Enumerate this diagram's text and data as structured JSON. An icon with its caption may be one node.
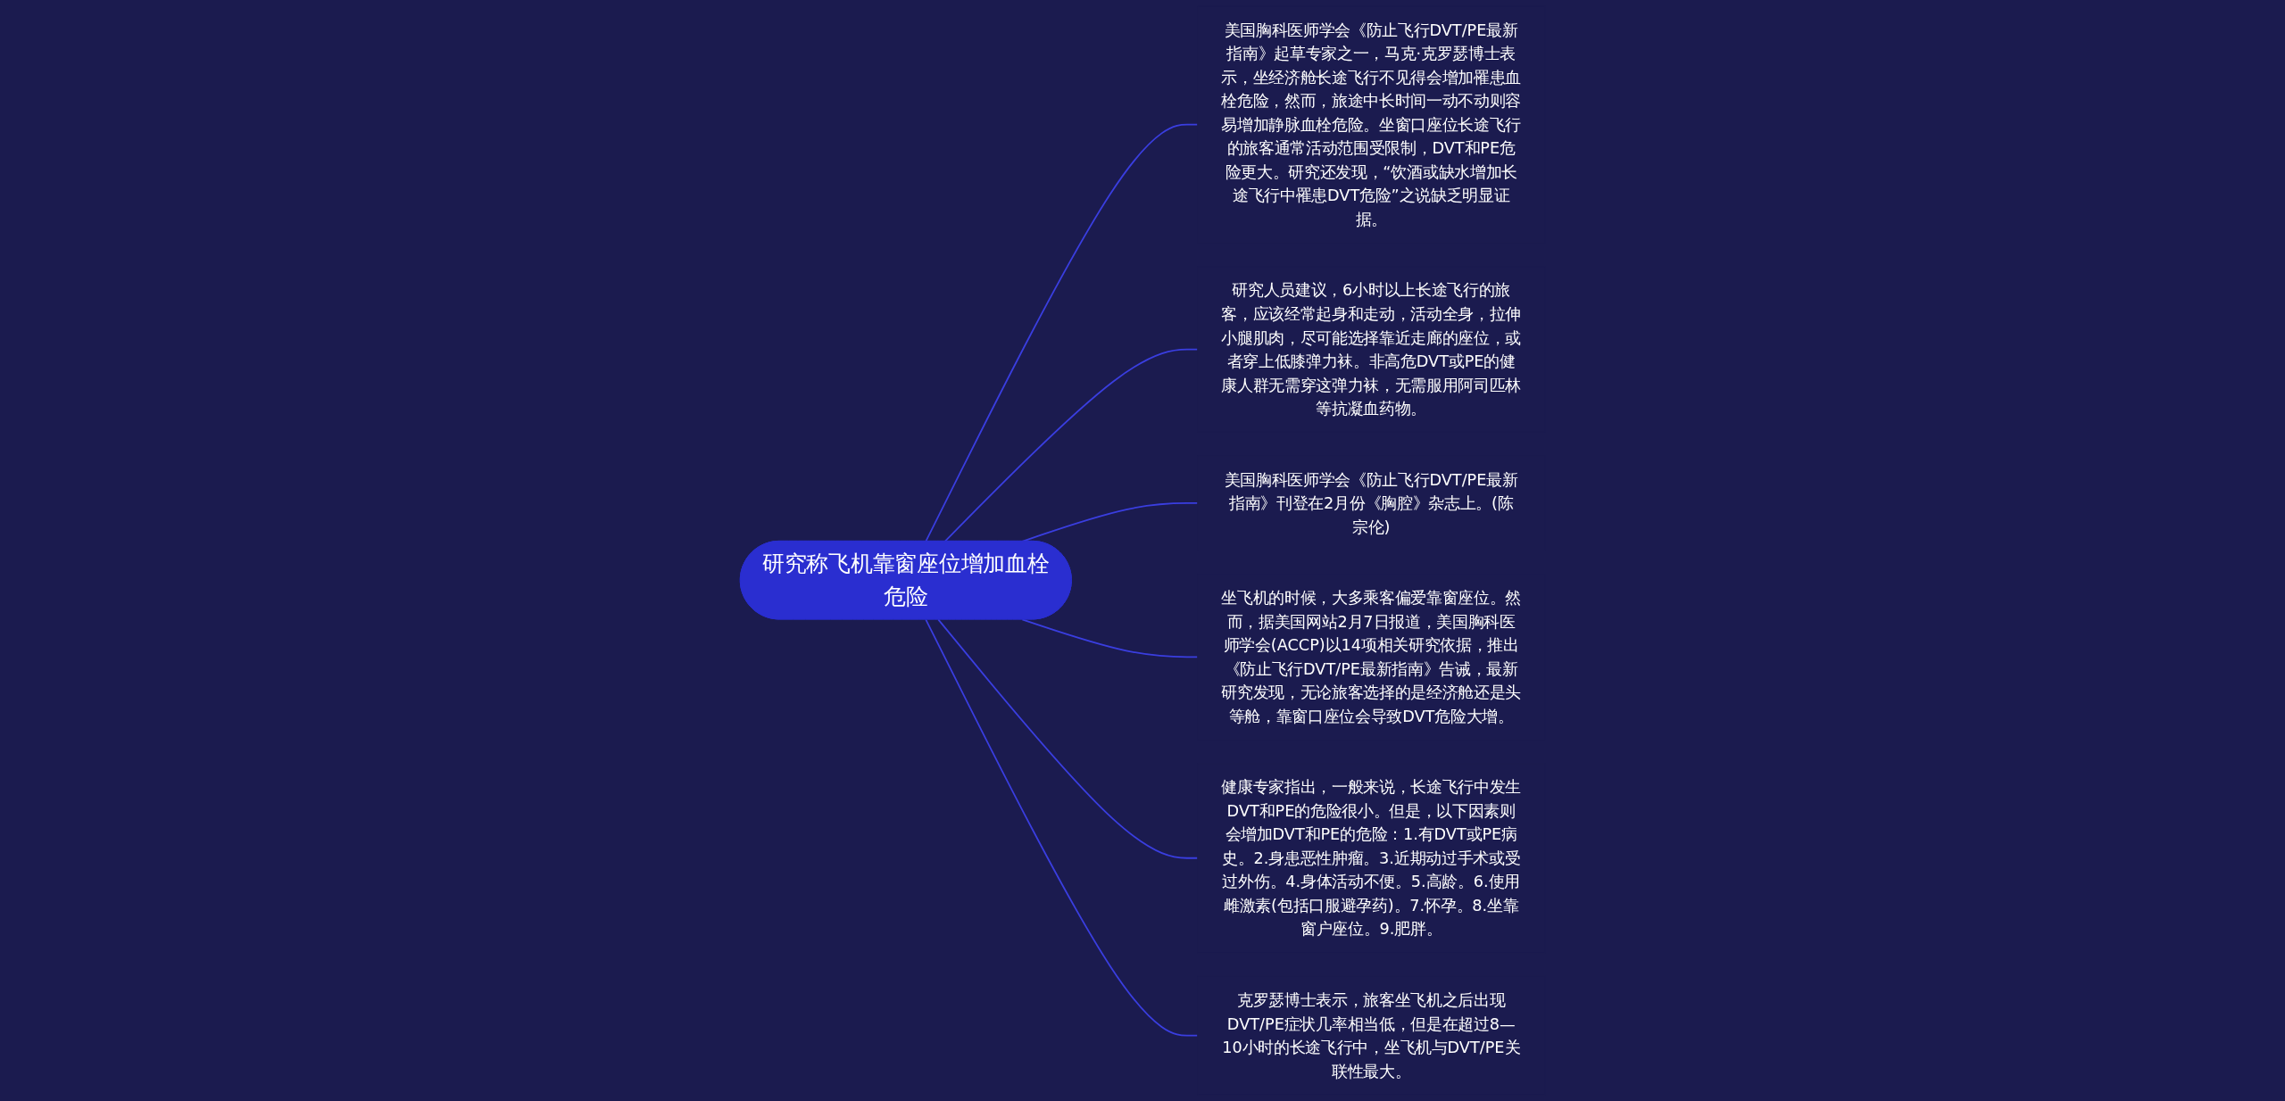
{
  "diagram": {
    "nodes": [
      {
        "text": [
          "研究称飞机靠窗座位增加血栓危险"
        ]
      },
      {
        "text": [
          "美国胸科医师学会《防止飞行DVT/PE最新指南》起草专家之一，马克·克罗瑟博士表示，坐经济舱长途飞行不见得会增加罹患血栓危险，然而，旅途中长时间一动不动则容易增加静脉血栓危险。坐窗口座位长途飞行的旅客通常活动范围受限制，DVT和PE危险更大。研究还发现，“饮酒或缺水增加长途飞行中罹患DVT危险”之说缺乏明显证据。"
        ]
      },
      {
        "text": [
          "研究人员建议，6小时以上长途飞行的旅客，应该经常起身和走动，活动全身，拉伸小腿肌肉，尽可能选择靠近走廊的座位，或者穿上低膝弹力袜。非高危DVT或PE的健康人群无需穿这弹力袜，无需服用阿司匹林等抗凝血药物。"
        ]
      },
      {
        "text": [
          "美国胸科医师学会《防止飞行DVT/PE最新指南》刊登在2月份《胸腔》杂志上。(陈宗伦)"
        ]
      },
      {
        "text": [
          "坐飞机的时候，大多乘客偏爱靠窗座位。然而，据美国网站2月7日报道，美国胸科医师学会(ACCP)以14项相关研究依据，推出《防止飞行DVT/PE最新指南》告诫，最新研究发现，无论旅客选择的是经济舱还是头等舱，靠窗口座位会导致DVT危险大增。"
        ]
      },
      {
        "text": [
          "健康专家指出，一般来说，长途飞行中发生DVT和PE的危险很小。但是，以下因素则会增加DVT和PE的危险：1.有DVT或PE病史。2.身患恶性肿瘤。3.近期动过手术或受过外伤。4.身体活动不便。5.高龄。6.使用雌激素(包括口服避孕药)。7.怀孕。8.坐靠窗户座位。9.肥胖。"
        ]
      },
      {
        "text": [
          "克罗瑟博士表示，旅客坐飞机之后出现DVT/PE症状几率相当低，但是在超过8—10小时的长途飞行中，坐飞机与DVT/PE关联性最大。"
        ]
      }
    ],
    "edges": [
      {
        "from": 0,
        "to": 1,
        "arrow": "none"
      },
      {
        "from": 0,
        "to": 2,
        "arrow": "none"
      },
      {
        "from": 0,
        "to": 3,
        "arrow": "none"
      },
      {
        "from": 0,
        "to": 4,
        "arrow": "none"
      },
      {
        "from": 0,
        "to": 5,
        "arrow": "none"
      },
      {
        "from": 0,
        "to": 6,
        "arrow": "none"
      }
    ]
  }
}
